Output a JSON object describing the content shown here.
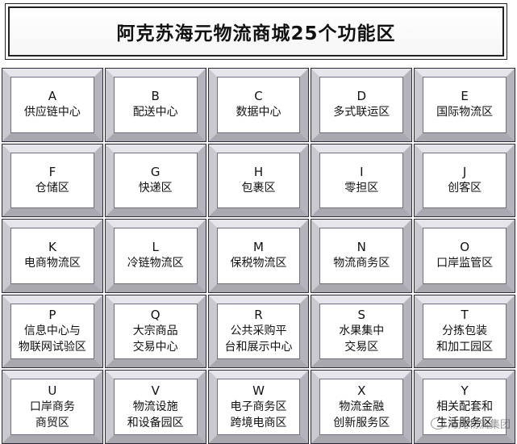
{
  "title": "阿克苏海元物流商城25个功能区",
  "zones": [
    {
      "letter": "A",
      "lines": [
        "供应链中心"
      ]
    },
    {
      "letter": "B",
      "lines": [
        "配送中心"
      ]
    },
    {
      "letter": "C",
      "lines": [
        "数据中心"
      ]
    },
    {
      "letter": "D",
      "lines": [
        "多式联运区"
      ]
    },
    {
      "letter": "E",
      "lines": [
        "国际物流区"
      ]
    },
    {
      "letter": "F",
      "lines": [
        "仓储区"
      ]
    },
    {
      "letter": "G",
      "lines": [
        "快递区"
      ]
    },
    {
      "letter": "H",
      "lines": [
        "包裹区"
      ]
    },
    {
      "letter": "I",
      "lines": [
        "零担区"
      ]
    },
    {
      "letter": "J",
      "lines": [
        "创客区"
      ]
    },
    {
      "letter": "K",
      "lines": [
        "电商物流区"
      ]
    },
    {
      "letter": "L",
      "lines": [
        "冷链物流区"
      ]
    },
    {
      "letter": "M",
      "lines": [
        "保税物流区"
      ]
    },
    {
      "letter": "N",
      "lines": [
        "物流商务区"
      ]
    },
    {
      "letter": "O",
      "lines": [
        "口岸监管区"
      ]
    },
    {
      "letter": "P",
      "lines": [
        "信息中心与",
        "物联网试验区"
      ]
    },
    {
      "letter": "Q",
      "lines": [
        "大宗商品",
        "交易中心"
      ]
    },
    {
      "letter": "R",
      "lines": [
        "公共采购平",
        "台和展示中心"
      ]
    },
    {
      "letter": "S",
      "lines": [
        "水果集中",
        "交易区"
      ]
    },
    {
      "letter": "T",
      "lines": [
        "分拣包装",
        "和加工园区"
      ]
    },
    {
      "letter": "U",
      "lines": [
        "口岸商务",
        "商贸区"
      ]
    },
    {
      "letter": "V",
      "lines": [
        "物流设施",
        "和设备园区"
      ]
    },
    {
      "letter": "W",
      "lines": [
        "电子商务区",
        "跨境电商区"
      ]
    },
    {
      "letter": "X",
      "lines": [
        "物流金融",
        "创新服务区"
      ]
    },
    {
      "letter": "Y",
      "lines": [
        "相关配套和",
        "生活服务区"
      ]
    }
  ],
  "watermark": "海元物流集团"
}
